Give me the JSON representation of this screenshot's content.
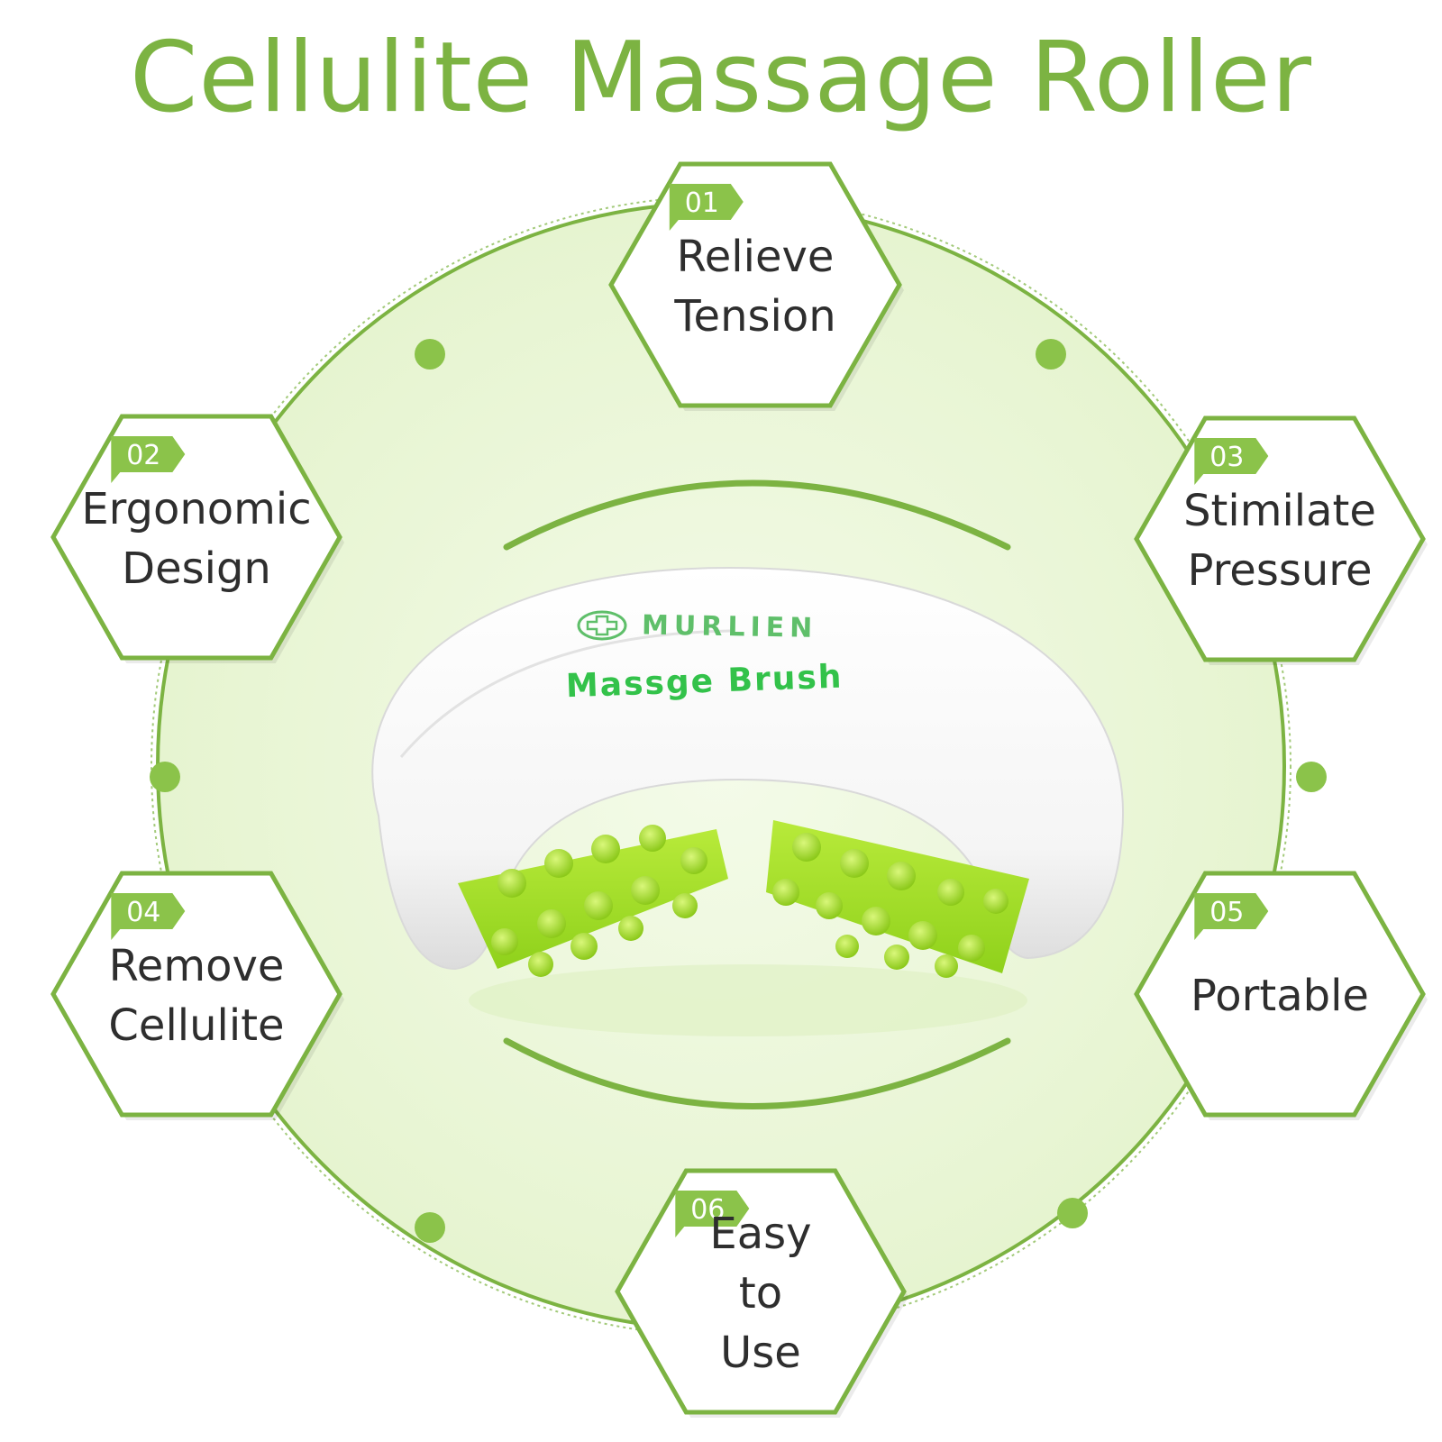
{
  "title": "Cellulite Massage Roller",
  "colors": {
    "accent": "#7cb342",
    "circle_fill": "#eaf6d7",
    "roller_green": "#a8e02a",
    "brand_text": "#33c24a",
    "text_dark": "#2e2e2e"
  },
  "product": {
    "brand": "MURLIEN",
    "label": "Massge Brush",
    "logo_icon": "cross-logo-icon"
  },
  "features": [
    {
      "number": "01",
      "lines": [
        "Relieve",
        "Tension"
      ]
    },
    {
      "number": "02",
      "lines": [
        "Ergonomic",
        "Design"
      ]
    },
    {
      "number": "03",
      "lines": [
        "Stimilate",
        "Pressure"
      ]
    },
    {
      "number": "04",
      "lines": [
        "Remove",
        "Cellulite"
      ]
    },
    {
      "number": "05",
      "lines": [
        "Portable"
      ]
    },
    {
      "number": "06",
      "lines": [
        "Easy",
        "to",
        "Use"
      ]
    }
  ]
}
